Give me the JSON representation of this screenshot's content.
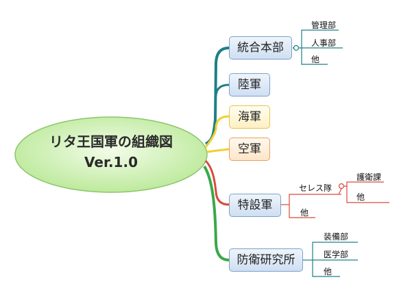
{
  "root": {
    "line1": "リタ王国軍の組織図",
    "line2": "Ver.1.0"
  },
  "nodes": {
    "integrated_hq": {
      "label": "統合本部",
      "children": [
        "管理部",
        "人事部",
        "他"
      ]
    },
    "army": {
      "label": "陸軍"
    },
    "navy": {
      "label": "海軍"
    },
    "air_force": {
      "label": "空軍"
    },
    "special_forces": {
      "label": "特設軍",
      "children": {
        "seres_unit": "セレス隊",
        "escort_section": "護衛課",
        "escort_other": "他",
        "other": "他"
      }
    },
    "defense_research": {
      "label": "防衛研究所",
      "children": [
        "装備部",
        "医学部",
        "他"
      ]
    }
  },
  "colors": {
    "root_fill_center": "#f3fce8",
    "root_fill_edge": "#b8e896",
    "root_stroke": "#8cc46a",
    "branch_teal": "#1e7f86",
    "branch_yellow": "#f0d030",
    "branch_red": "#d84a3a",
    "branch_green": "#3aa84a",
    "blue_box_border": "#7ea0c8",
    "gold_box_border": "#e8c24a",
    "orange_box_border": "#e8a060"
  }
}
